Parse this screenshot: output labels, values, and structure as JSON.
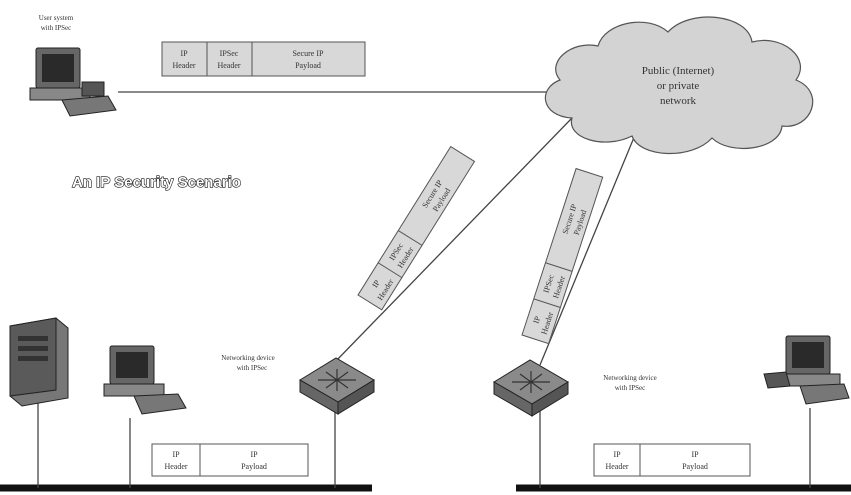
{
  "title": "An IP Security Scenario",
  "cloud": {
    "lines": [
      "Public (Internet)",
      "or private",
      "network"
    ]
  },
  "user_system_label": [
    "User system",
    "with IPSec"
  ],
  "device_left_label": [
    "Networking device",
    "with IPSec"
  ],
  "device_right_label": [
    "Networking device",
    "with IPSec"
  ],
  "packet_ipsec": [
    {
      "lines": [
        "IP",
        "Header"
      ]
    },
    {
      "lines": [
        "IPSec",
        "Header"
      ]
    },
    {
      "lines": [
        "Secure IP",
        "Payload"
      ]
    }
  ],
  "packet_plain": [
    {
      "lines": [
        "IP",
        "Header"
      ]
    },
    {
      "lines": [
        "IP",
        "Payload"
      ]
    }
  ],
  "colors": {
    "cloud_fill": "#d3d3d3",
    "packet_fill": "#d8d8d8",
    "packet_fill_light": "#ffffff",
    "line": "#444444",
    "lan": "#111111"
  }
}
